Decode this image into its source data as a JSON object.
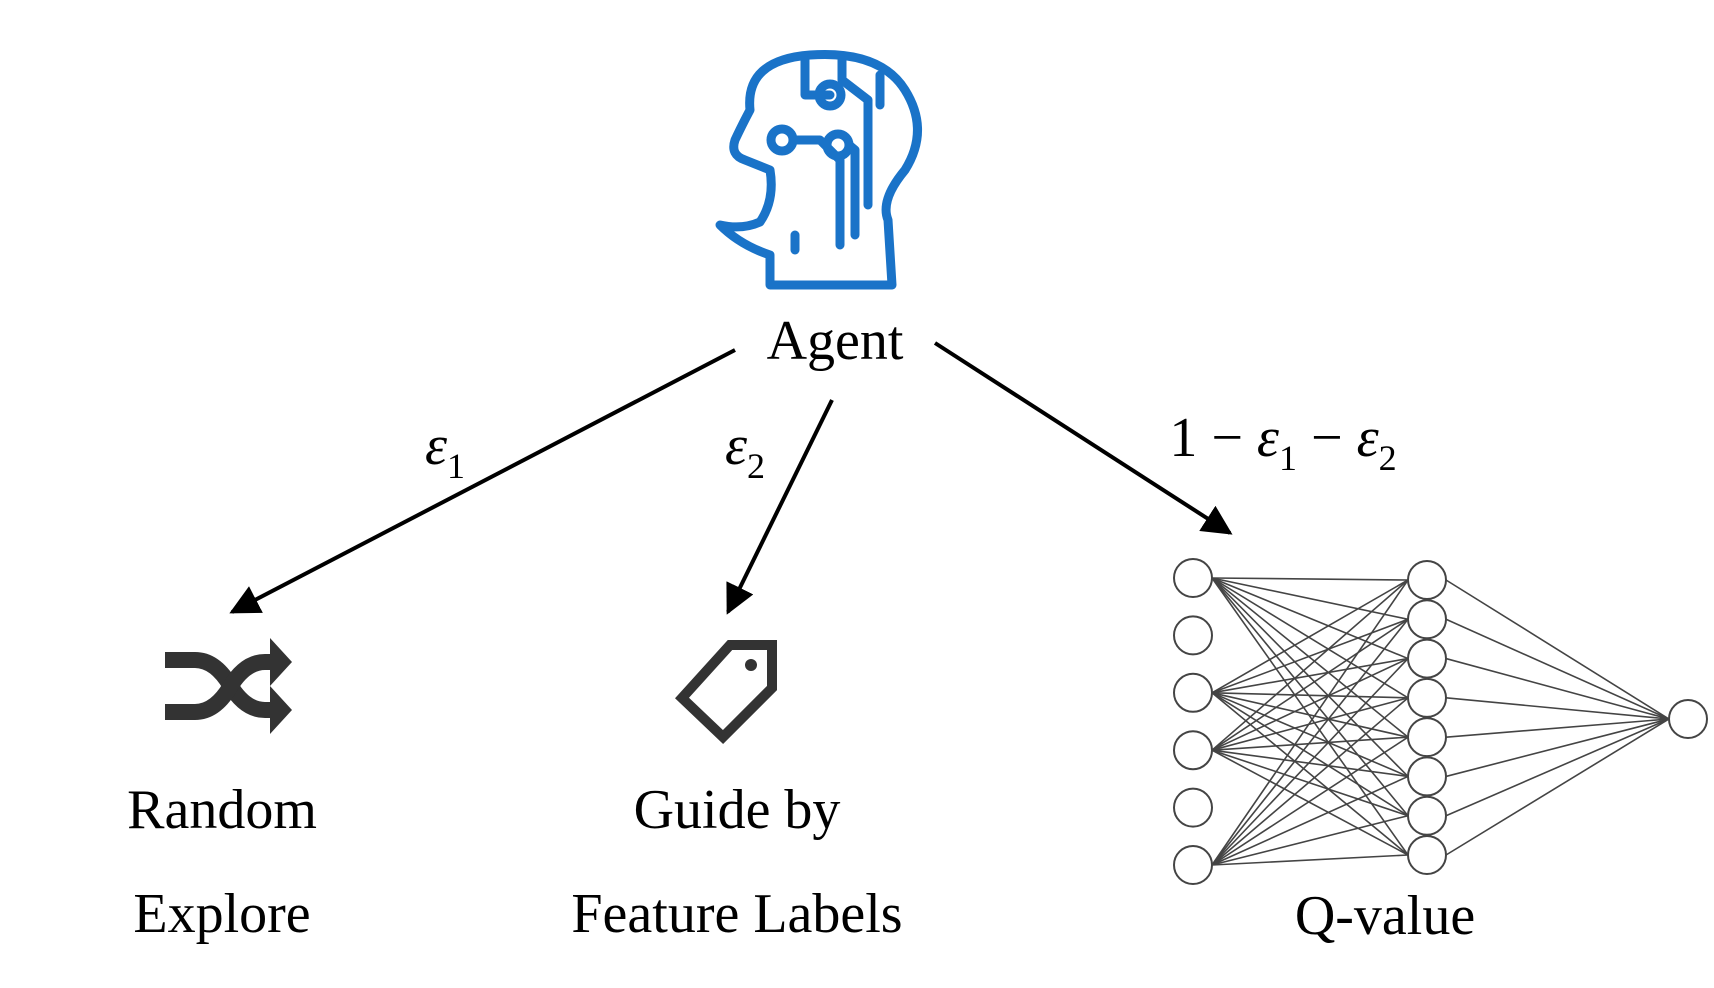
{
  "agent": {
    "label": "Agent",
    "icon": "ai-head-icon",
    "icon_color": "#1a73c8"
  },
  "edges": [
    {
      "id": "random",
      "prob_sym": "ε",
      "prob_sub": "1"
    },
    {
      "id": "guide",
      "prob_sym": "ε",
      "prob_sub": "2"
    },
    {
      "id": "qvalue",
      "prob_one": "1",
      "prob_minus": "−",
      "prob_sym1": "ε",
      "prob_sub1": "1",
      "prob_sym2": "ε",
      "prob_sub2": "2"
    }
  ],
  "nodes": {
    "random": {
      "line1": "Random",
      "line2": "Explore",
      "icon": "shuffle-icon"
    },
    "guide": {
      "line1": "Guide by",
      "line2": "Feature Labels",
      "icon": "tag-icon"
    },
    "qvalue": {
      "label": "Q-value",
      "icon": "neural-network-icon"
    }
  },
  "network": {
    "layers": [
      6,
      8,
      1
    ]
  },
  "colors": {
    "icon_dark": "#333333",
    "arrow": "#000000",
    "agent_icon": "#1a73c8"
  }
}
